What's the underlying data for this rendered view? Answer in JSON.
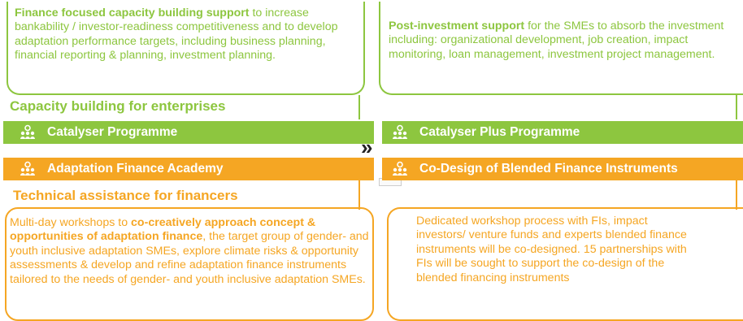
{
  "top_left": {
    "bold": "Finance focused capacity building support",
    "rest": " to increase bankability / investor-readiness competitiveness and to develop adaptation performance targets, including business planning, financial reporting & planning, investment planning."
  },
  "top_right": {
    "bold": "Post-investment support",
    "rest": " for the SMEs to absorb the investment including: organizational development, job creation, impact monitoring, loan management, investment project management."
  },
  "headings": {
    "capacity": "Capacity building for enterprises",
    "technical": "Technical assistance for financers"
  },
  "bars": {
    "catalyser": "Catalyser Programme",
    "catalyser_plus": "Catalyser Plus Programme",
    "academy": "Adaptation Finance Academy",
    "codesign": "Co-Design of Blended Finance Instruments"
  },
  "arrow": "»",
  "bottom_left": {
    "intro": "Multi-day workshops to ",
    "bold": "co-creatively approach concept & opportunities of adaptation finance",
    "rest": ", the target group of gender- and youth inclusive adaptation SMEs, explore climate risks & opportunity assessments & develop and refine adaptation finance instruments tailored to the needs of gender- and youth inclusive adaptation SMEs."
  },
  "bottom_right": {
    "text": "Dedicated workshop process with FIs, impact investors/ venture funds and experts blended finance instruments will be co-designed. 15 partnerships with FIs will be sought to support the co-design of the blended financing instruments"
  },
  "icons": {
    "program": "people-location-icon"
  },
  "colors": {
    "green": "#8dc63f",
    "orange": "#f5a623"
  }
}
